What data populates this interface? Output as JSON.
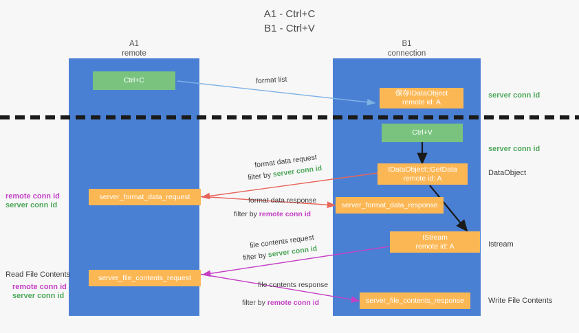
{
  "title": {
    "line1": "A1 - Ctrl+C",
    "line2": "B1 - Ctrl+V"
  },
  "columns": {
    "left": {
      "name": "A1",
      "role": "remote"
    },
    "right": {
      "name": "B1",
      "role": "connection"
    }
  },
  "colors": {
    "lane": "#4a80d4",
    "node_green": "#79c37e",
    "node_orange": "#fcb755",
    "server_conn_id": "#4fa85c",
    "remote_conn_id": "#c43fc4",
    "arrow_blue": "#7fb2e5",
    "arrow_red": "#e8655a",
    "arrow_magenta": "#c43fc4",
    "arrow_black": "#1a1a1a",
    "background": "#f7f7f7"
  },
  "nodes": {
    "ctrl_c": {
      "line1": "Ctrl+C"
    },
    "ctrl_v": {
      "line1": "Ctrl+V"
    },
    "save_idataobject": {
      "line1": "保存IDataObject",
      "line2": "remote id: A"
    },
    "getdata": {
      "line1": "IDataObject::GetData",
      "line2": "remote id: A"
    },
    "istream": {
      "line1": "IStream",
      "line2": "remote id: A"
    },
    "server_format_data_request": {
      "line1": "server_format_data_request"
    },
    "server_format_data_response": {
      "line1": "server_format_data_response"
    },
    "server_file_contents_request": {
      "line1": "server_file_contents_request"
    },
    "server_file_contents_response": {
      "line1": "server_file_contents_response"
    }
  },
  "right_labels": {
    "server_conn_id_top": "server conn id",
    "server_conn_id_mid": "server conn id",
    "dataobject": "DataObject",
    "istream": "Istream",
    "write_file_contents": "Write File Contents"
  },
  "left_labels": {
    "remote_conn_id_upper": "remote conn id",
    "server_conn_id_upper": "server conn id",
    "read_file_contents": "Read File Contents",
    "remote_conn_id_lower": "remote conn id",
    "server_conn_id_lower": "server conn id"
  },
  "edges": {
    "format_list": "format list",
    "format_data_request": "format data request",
    "format_data_request_filter_prefix": "filter by ",
    "format_data_request_filter_value": "server conn id",
    "format_data_response": "format data response",
    "format_data_response_filter_prefix": "filter by ",
    "format_data_response_filter_value": "remote conn id",
    "file_contents_request": "file contents request",
    "file_contents_request_filter_prefix": "filter by ",
    "file_contents_request_filter_value": "server conn id",
    "file_contents_response": "file contents response",
    "file_contents_response_filter_prefix": "filter by ",
    "file_contents_response_filter_value": "remote conn id"
  }
}
